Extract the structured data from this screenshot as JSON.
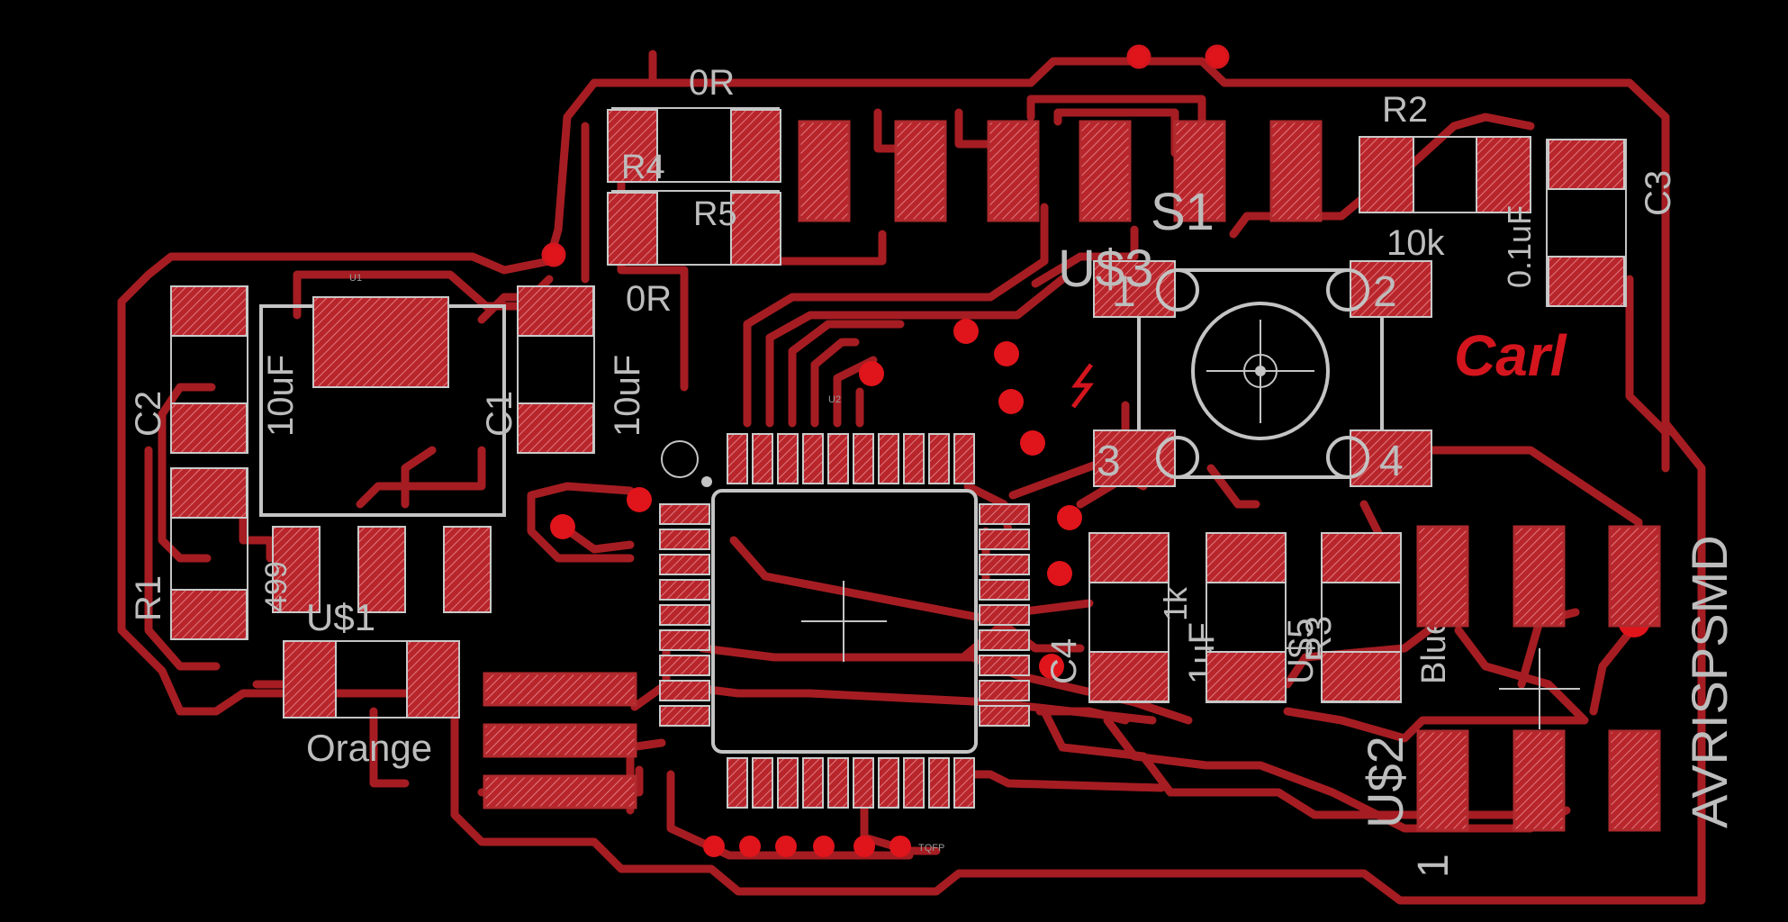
{
  "title": "",
  "colors": {
    "background": "#000000",
    "copper": "#a51d22",
    "pad": "#c0343a",
    "via": "#e0141b",
    "silkscreen": "#c4c4c4"
  },
  "components": {
    "r4": {
      "designator": "R4",
      "value": "0R"
    },
    "r5": {
      "designator": "R5",
      "value": "0R"
    },
    "r2": {
      "designator": "R2",
      "value": "10k"
    },
    "c3": {
      "designator": "C3",
      "value": "0.1uF"
    },
    "c2": {
      "designator": "C2",
      "value": "10uF"
    },
    "c1": {
      "designator": "C1",
      "value": "10uF"
    },
    "u1": {
      "designator": "U1"
    },
    "r1": {
      "designator": "R1",
      "value": "499"
    },
    "led_orange": {
      "designator": "U$1",
      "value": "Orange"
    },
    "u2": {
      "designator": "U2",
      "package": "TQFP"
    },
    "s1": {
      "designator": "S1",
      "alt": "U$3",
      "pins": [
        "1",
        "2",
        "3",
        "4"
      ]
    },
    "c4": {
      "designator": "C4",
      "value": "1uF"
    },
    "r3": {
      "designator": "R3",
      "value": "1k"
    },
    "led_blue": {
      "designator": "U$5",
      "value": "Blue"
    },
    "isp": {
      "designator": "U$2",
      "value": "AVRISPSMD",
      "pin1": "1"
    },
    "signature": "Carl"
  }
}
